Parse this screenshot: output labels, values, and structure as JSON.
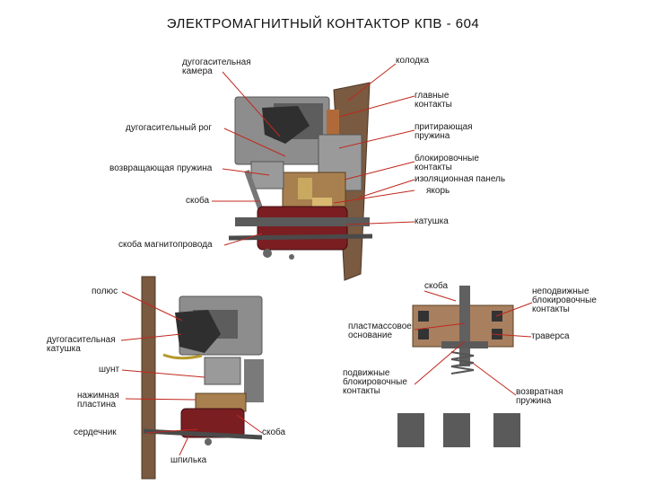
{
  "title": "ЭЛЕКТРОМАГНИТНЫЙ  КОНТАКТОР  КПВ  - 604",
  "labels": {
    "kolodka": "колодка",
    "dugo_kamera": "дугогасительная\nкамера",
    "glavnye_kontakty": "главные\nконтакты",
    "dugo_rog": "дугогасительный рог",
    "pritir_pruzhina": "притирающая\nпружина",
    "blok_kontakty": "блокировочные\nконтакты",
    "vozvr_pruzhina": "возвращающая пружина",
    "izol_panel": "изоляционная панель",
    "yakor": "якорь",
    "skoba_top": "скоба",
    "katushka": "катушка",
    "skoba_magnitoprovoda": "скоба магнитопровода",
    "polyus": "полюс",
    "skoba_right": "скоба",
    "nepodv_blok": "неподвижные\nблокировочные\nконтакты",
    "plast_osnovanie": "пластмассовое\nоснование",
    "traversa": "траверса",
    "dugo_katushka": "дугогасительная\nкатушка",
    "shunt": "шунт",
    "podv_blok": "подвижные\nблокировочные\nконтакты",
    "nazhimnaya": "нажимная\nпластина",
    "vozvratnaya": "возвратная\nпружина",
    "serdechnik": "сердечник",
    "skoba_bottom": "скоба",
    "shpilka": "шпилька"
  },
  "colors": {
    "leader": "#c0281e",
    "wood": "#7a5a40",
    "metal": "#8a8a8a",
    "dark_metal": "#3c3c3c",
    "coil": "#7a1e22",
    "copper": "#b08040",
    "panel": "#a88060"
  }
}
